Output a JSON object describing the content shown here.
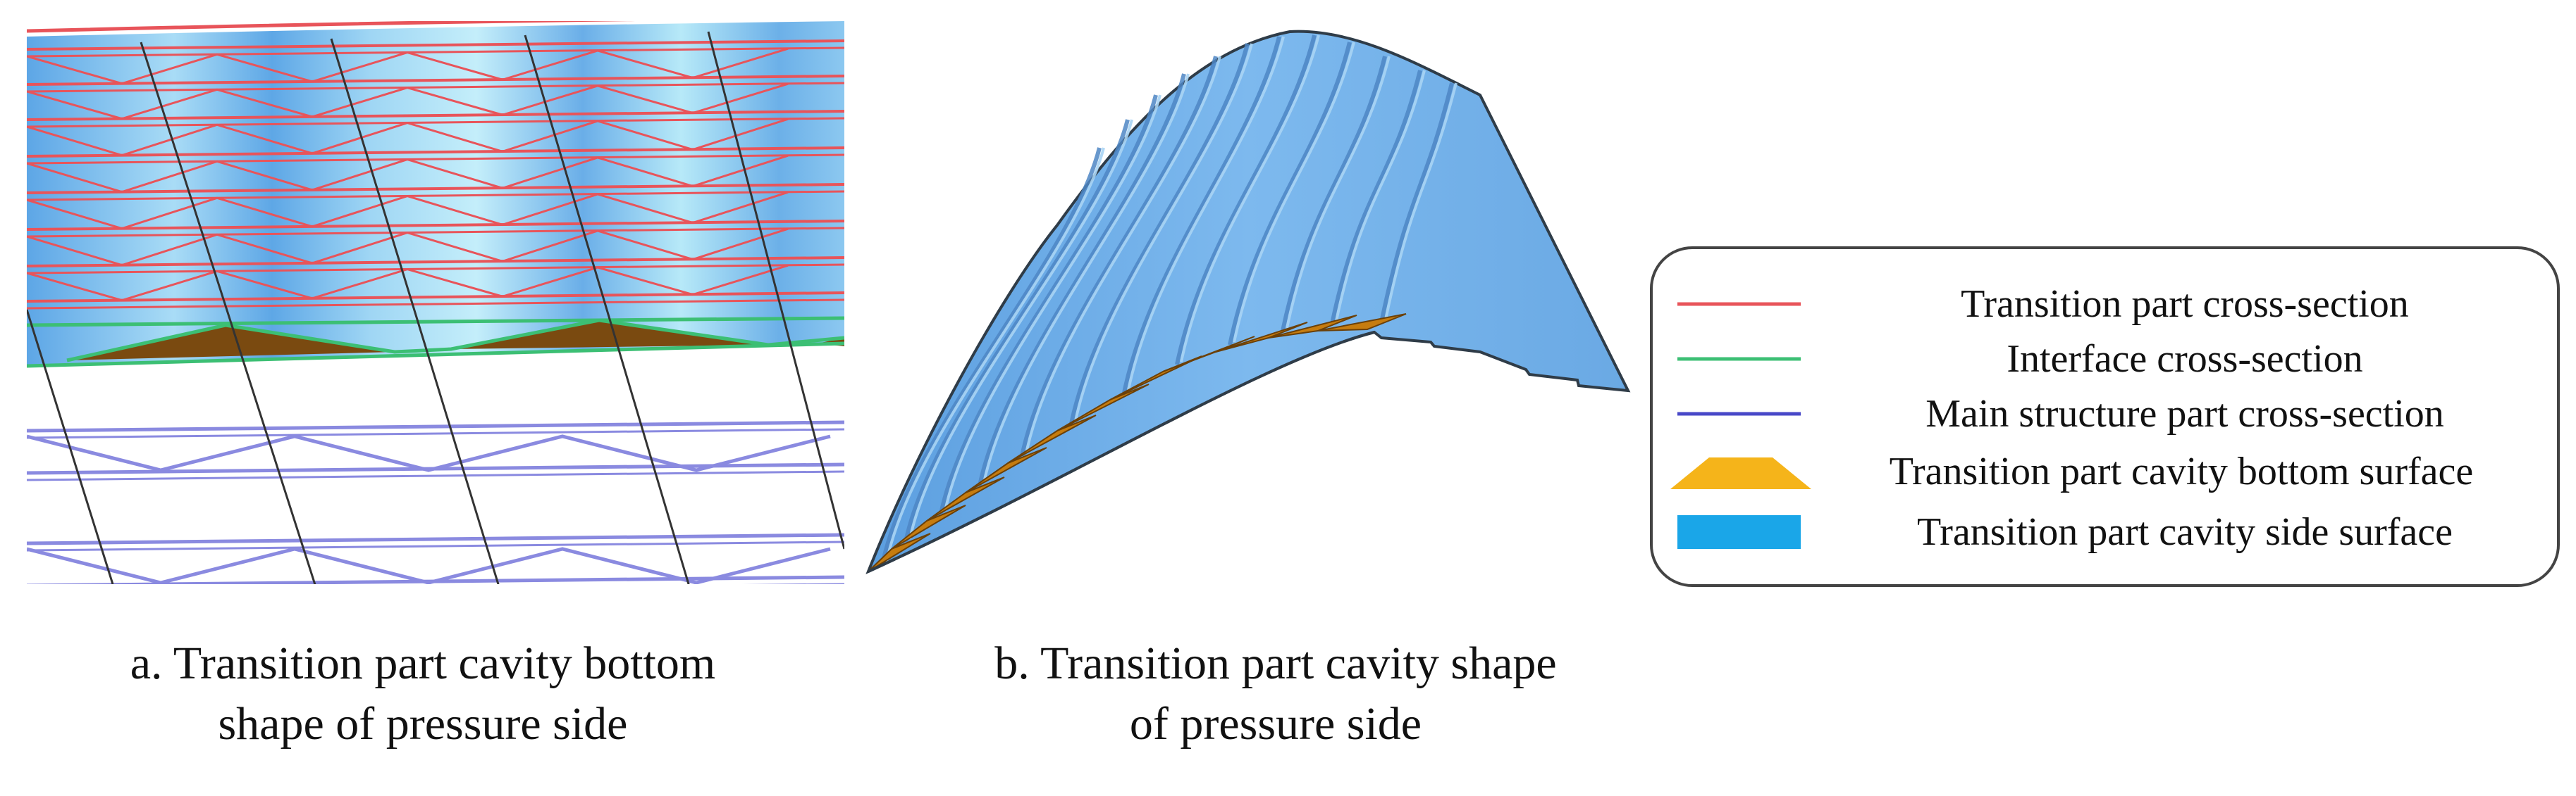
{
  "legend": {
    "items": [
      {
        "label": "Transition part cross-section",
        "swatch": "red-line",
        "color": "#e8545a"
      },
      {
        "label": "Interface  cross-section",
        "swatch": "green-line",
        "color": "#3cbf74"
      },
      {
        "label": "Main structure part cross-section",
        "swatch": "blue-line",
        "color": "#4848c8"
      },
      {
        "label": "Transition part cavity bottom surface",
        "swatch": "orange-trapezoid",
        "color": "#f5b41a"
      },
      {
        "label": "Transition part cavity side surface",
        "swatch": "blue-rectangle",
        "color": "#1aa6e8"
      }
    ]
  },
  "captions": {
    "a": {
      "line1": "a. Transition part  cavity bottom",
      "line2": "shape of pressure side"
    },
    "b": {
      "line1": "b. Transition part  cavity shape",
      "line2": "of pressure side"
    }
  },
  "colors": {
    "surface_blue": "#7ab8ec",
    "surface_light": "#b4e6f8",
    "cavity_bottom_brown": "#7a4a10",
    "cavity_bottom_orange": "#c67c0f"
  }
}
